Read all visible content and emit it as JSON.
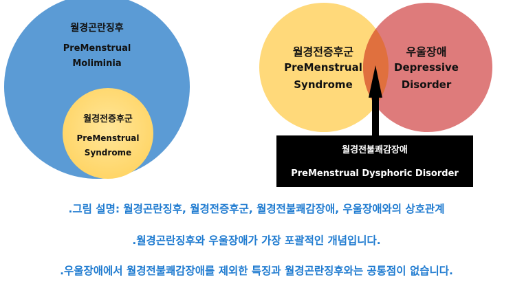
{
  "left_diagram": {
    "outer": {
      "ko": "월경곤란징후",
      "en1": "PreMenstrual",
      "en2": "Moliminia",
      "color": "#5b9bd5"
    },
    "inner": {
      "ko": "월경전증후군",
      "en1": "PreMenstrual",
      "en2": "Syndrome",
      "color": "#ffd966"
    }
  },
  "venn": {
    "left": {
      "ko": "월경전증후군",
      "en1": "PreMenstrual",
      "en2": "Syndrome",
      "color": "#ffd97a"
    },
    "right": {
      "ko": "우울장애",
      "en1": "Depressive",
      "en2": "Disorder",
      "color": "#de7b7b"
    },
    "overlap_color": "#e0703e",
    "box": {
      "ko": "월경전불쾌감장애",
      "en": "PreMenstrual Dysphoric Disorder"
    }
  },
  "captions": [
    ".그림 설명: 월경곤란징후, 월경전증후군, 월경전불쾌감장애, 우울장애와의 상호관계",
    ".월경곤란징후와 우울장애가 가장 포괄적인 개념입니다.",
    ".우울장애에서 월경전불쾌감장애를 제외한 특징과 월경곤란징후와는 공통점이 없습니다."
  ]
}
